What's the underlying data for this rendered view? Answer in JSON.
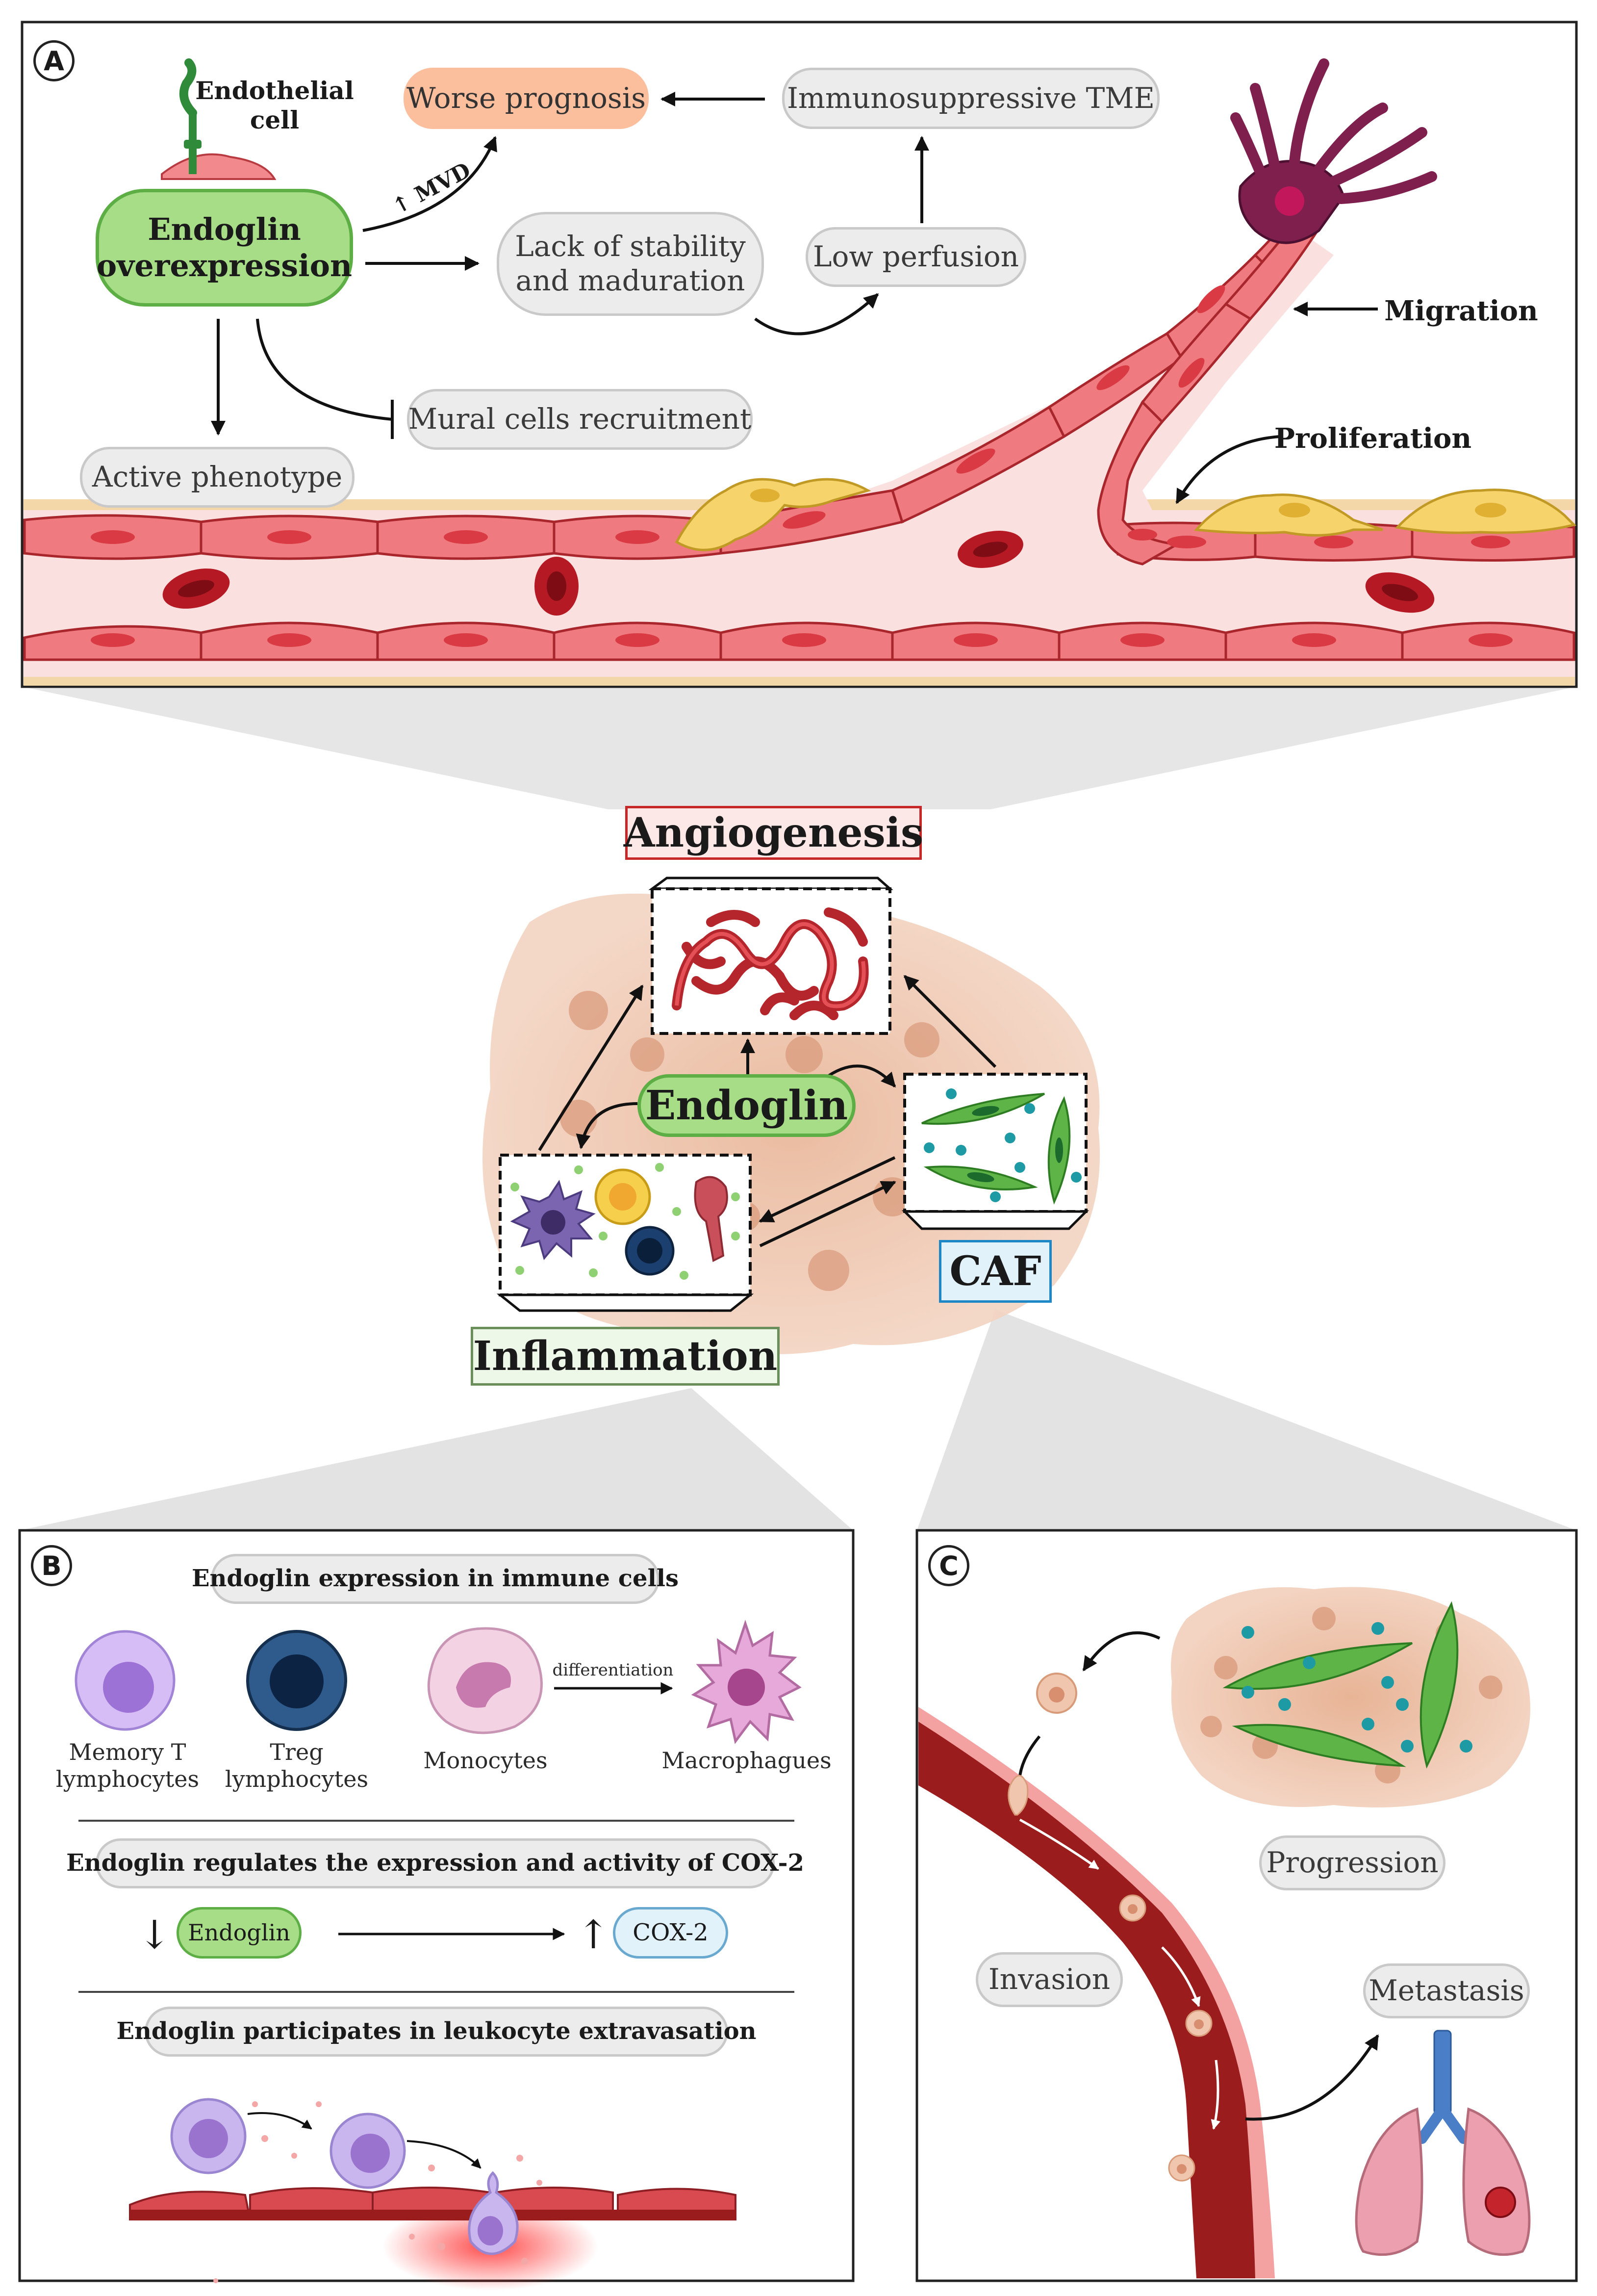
{
  "panel_a": {
    "letter": "A",
    "endothelial_cell": "Endothelial\ncell",
    "endoglin_overexpression": "Endoglin\noverexpression",
    "worse_prognosis": "Worse prognosis",
    "immunosuppressive_tme": "Immunosuppressive TME",
    "mvd": "↑ MVD",
    "lack_of_stability": "Lack of stability\nand maduration",
    "low_perfusion": "Low perfusion",
    "mural_cells": "Mural cells recruitment",
    "active_phenotype": "Active phenotype",
    "migration": "Migration",
    "proliferation": "Proliferation"
  },
  "center": {
    "angiogenesis": "Angiogenesis",
    "endoglin": "Endoglin",
    "caf": "CAF",
    "inflammation": "Inflammation"
  },
  "panel_b": {
    "letter": "B",
    "immune_title": "Endoglin expression in immune cells",
    "memory_t": "Memory T\nlymphocytes",
    "treg": "Treg\nlymphocytes",
    "monocytes": "Monocytes",
    "differentiation": "differentiation",
    "macrophages": "Macrophagues",
    "cox_title": "Endoglin regulates the expression and activity of COX-2",
    "endoglin_small": "Endoglin",
    "cox2": "COX-2",
    "down_arrow": "↓",
    "up_arrow": "↑",
    "extravasation_title": "Endoglin participates in leukocyte extravasation"
  },
  "panel_c": {
    "letter": "C",
    "progression": "Progression",
    "invasion": "Invasion",
    "metastasis": "Metastasis"
  },
  "colors": {
    "green_fill": "#a6dd86",
    "green_border": "#5cae45",
    "orange_fill": "#fbbf9e",
    "pill_fill": "#ececec",
    "endothelial": "#ef7a7f",
    "vessel_bg": "#f9dada",
    "rbc": "#b51a24",
    "pericyte": "#f6d36b",
    "tumor": "#e4b59b",
    "caf_green": "#5fb447",
    "teal": "#1e9aa4",
    "vein_dark": "#9a1c1c"
  }
}
